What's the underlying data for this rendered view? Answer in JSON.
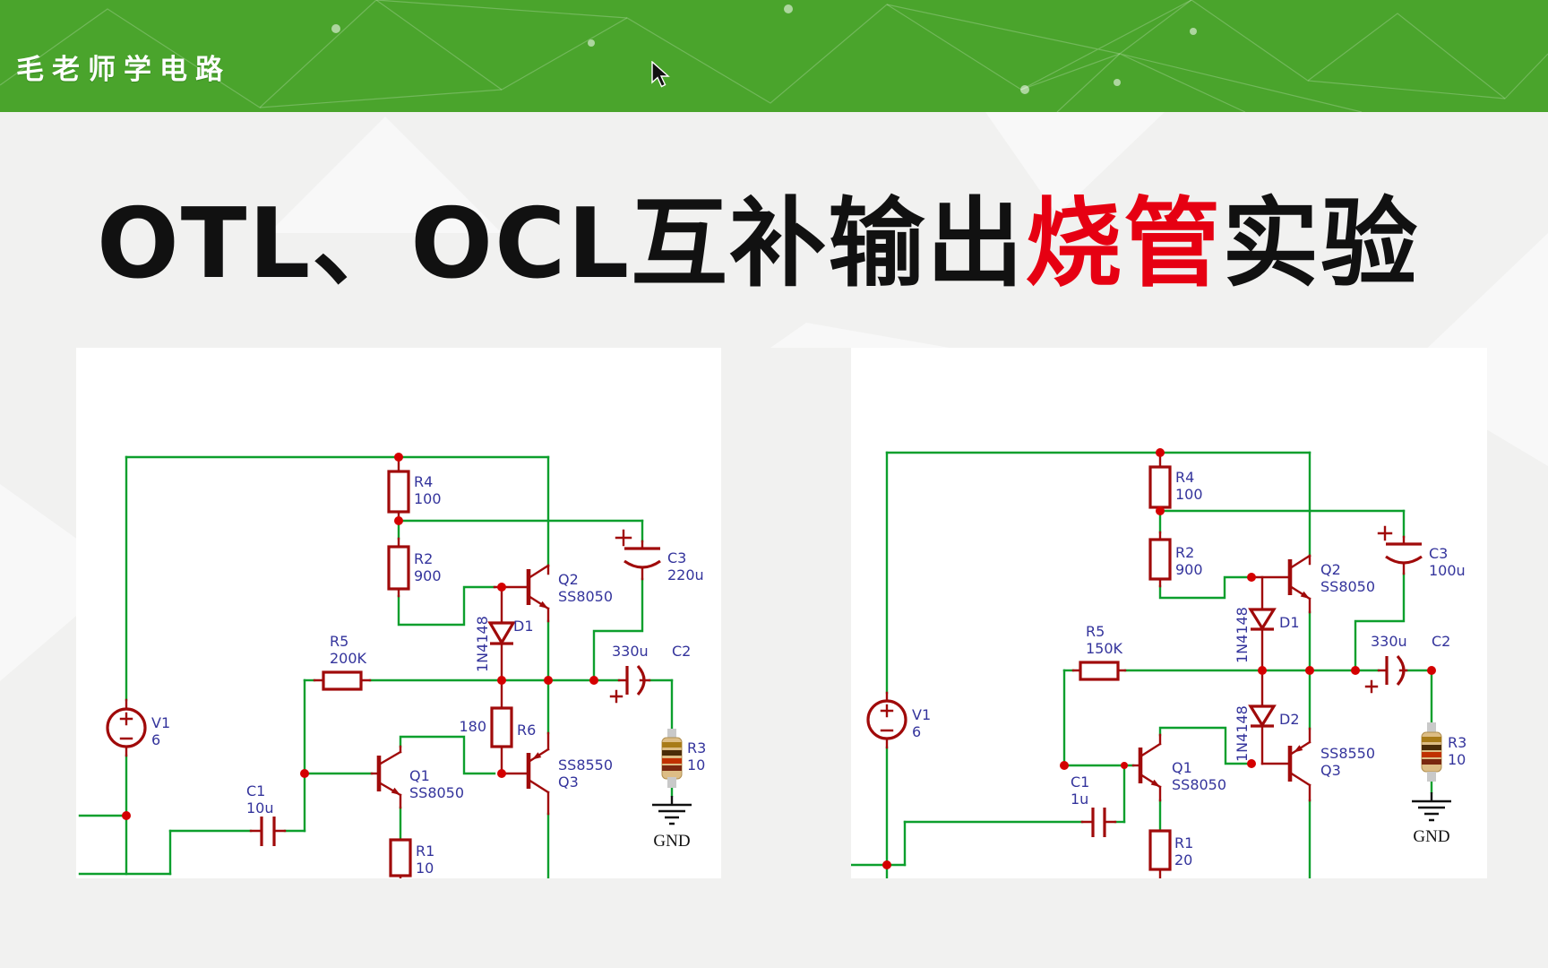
{
  "header": {
    "brand": "毛老师学电路"
  },
  "title": {
    "prefix": "OTL、OCL互补输出",
    "highlight": "烧管",
    "suffix": "实验"
  },
  "colors": {
    "header_green": "#4aa42c",
    "title_red": "#e60012",
    "wire_green": "#0c9f2d",
    "symbol_red": "#a00a0a",
    "label_blue": "#34349c",
    "junction_red": "#d40000",
    "panel_white": "#ffffff",
    "background": "#f1f1f0"
  },
  "cursor": {
    "kind": "arrow-cursor"
  },
  "circuits": {
    "left": {
      "kind": "OTL output stage",
      "labels": {
        "v1_name": "V1",
        "v1_value": "6",
        "r4_name": "R4",
        "r4_value": "100",
        "r2_name": "R2",
        "r2_value": "900",
        "r5_name": "R5",
        "r5_value": "200K",
        "r6_name": "R6",
        "r6_value": "180",
        "r1_name": "R1",
        "r1_value": "10",
        "r3_name": "R3",
        "r3_value": "10",
        "c1_name": "C1",
        "c1_value": "10u",
        "c2_name": "C2",
        "c2_value": "330u",
        "c3_name": "C3",
        "c3_value": "220u",
        "d1_name": "D1",
        "d1_value": "1N4148",
        "q1_name": "Q1",
        "q1_value": "SS8050",
        "q2_name": "Q2",
        "q2_value": "SS8050",
        "q3_name": "Q3",
        "q3_value": "SS8550",
        "gnd": "GND"
      }
    },
    "right": {
      "kind": "OCL-style output stage with two bias diodes",
      "labels": {
        "v1_name": "V1",
        "v1_value": "6",
        "r4_name": "R4",
        "r4_value": "100",
        "r2_name": "R2",
        "r2_value": "900",
        "r5_name": "R5",
        "r5_value": "150K",
        "r1_name": "R1",
        "r1_value": "20",
        "r3_name": "R3",
        "r3_value": "10",
        "c1_name": "C1",
        "c1_value": "1u",
        "c2_name": "C2",
        "c2_value": "330u",
        "c3_name": "C3",
        "c3_value": "100u",
        "d1_name": "D1",
        "d1_value": "1N4148",
        "d2_name": "D2",
        "d2_value": "1N4148",
        "q1_name": "Q1",
        "q1_value": "SS8050",
        "q2_name": "Q2",
        "q2_value": "SS8050",
        "q3_name": "Q3",
        "q3_value": "SS8550",
        "gnd": "GND"
      }
    }
  }
}
